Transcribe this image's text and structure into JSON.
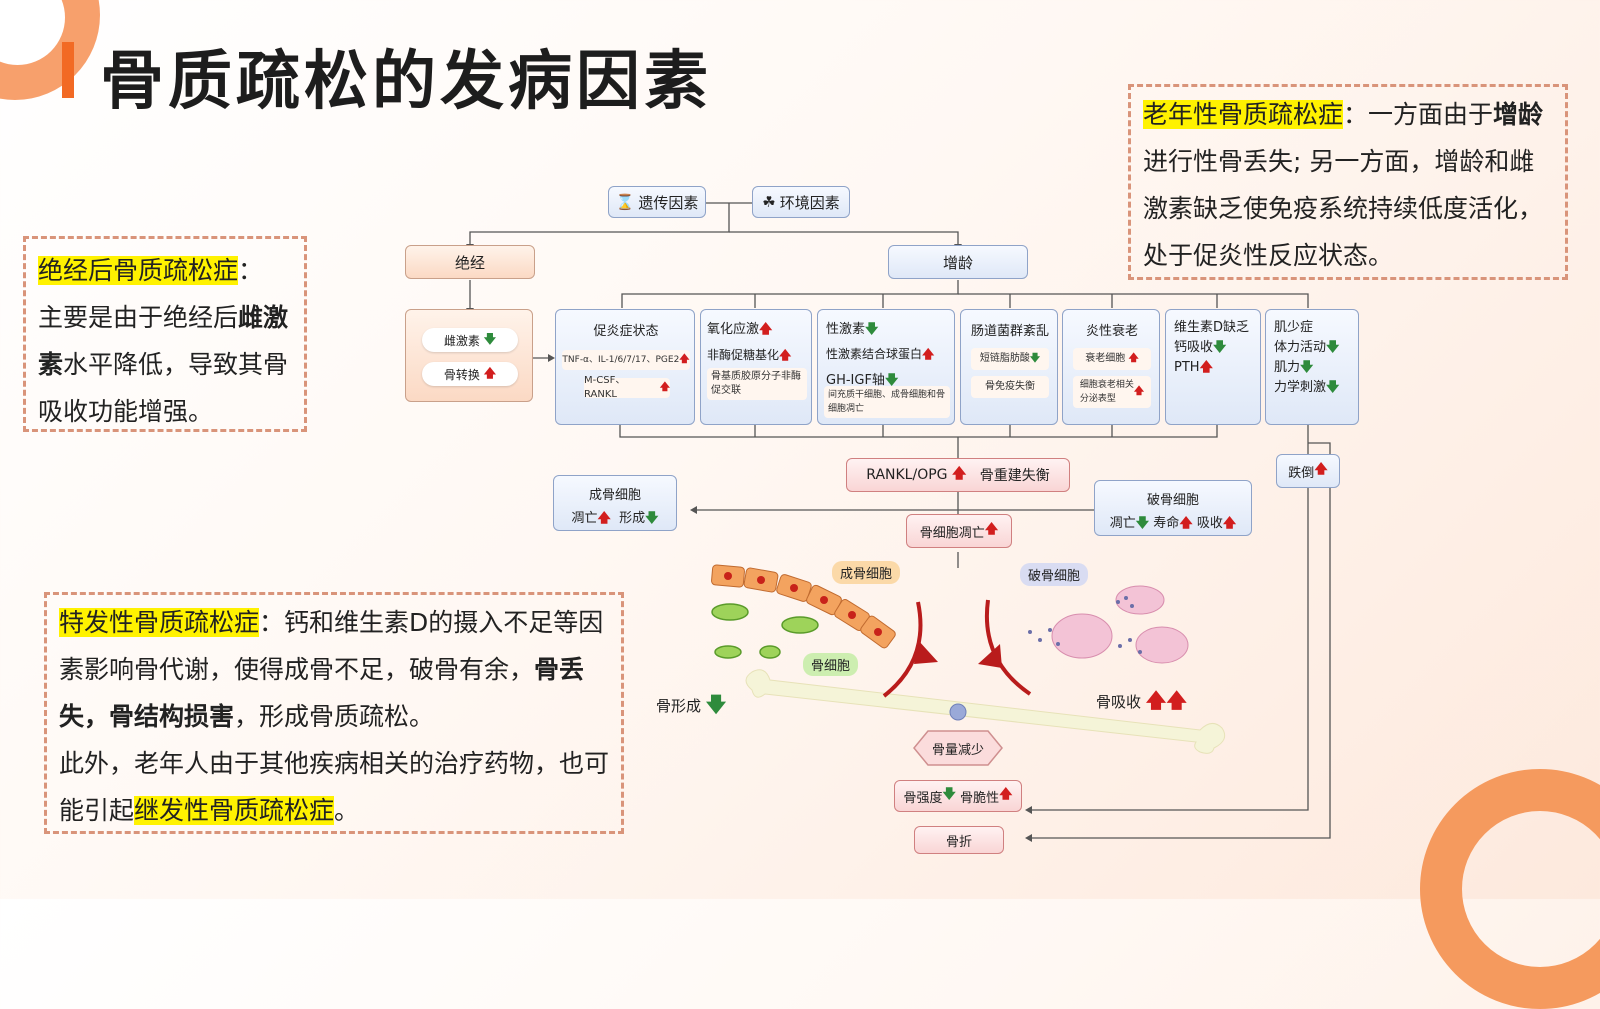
{
  "title": "骨质疏松的发病因素",
  "left_note": {
    "highlight": "绝经后骨质疏松症",
    "colon": "：",
    "text1": "主要是由于绝经后",
    "bold1": "雌激素",
    "text2": "水平降低，导致其骨吸收功能增强。"
  },
  "right_note": {
    "highlight": "老年性骨质疏松症",
    "text1": "：一方面由于",
    "bold1": "增龄",
    "text2": "进行性骨丢失; 另一方面，增龄和雌激素缺乏使免疫系统持续低度活化，处于促炎性反应状态。"
  },
  "bottom_note": {
    "highlight": "特发性骨质疏松症",
    "text1": "：钙和维生素D的摄入不足等因素影响骨代谢，使得成骨不足，破骨有余，",
    "bold1": "骨丢失，骨结构损害",
    "text2": "，形成骨质疏松。",
    "text3": "此外，老年人由于其他疾病相关的治疗药物，也可能引起",
    "highlight2": "继发性骨质疏松症",
    "text4": "。"
  },
  "diagram": {
    "genetic": "遗传因素",
    "environment": "环境因素",
    "menopause": "绝经",
    "aging": "增龄",
    "estrogen": "雌激素",
    "bone_turnover": "骨转换",
    "inflammation": {
      "title": "促炎症状态",
      "line1": "TNF-α、IL-1/6/7/17、PGE2",
      "line2": "M-CSF、RANKL"
    },
    "oxidative": {
      "line1": "氧化应激",
      "line2": "非酶促糖基化",
      "sub": "骨基质胶原分子非酶促交联"
    },
    "sex_hormone": {
      "line1": "性激素",
      "line2": "性激素结合球蛋白",
      "line3": "GH-IGF轴",
      "sub": "间充质干细胞、成骨细胞和骨细胞凋亡"
    },
    "gut": {
      "title": "肠道菌群紊乱",
      "sub1": "短链脂肪酸",
      "sub2": "骨免疫失衡"
    },
    "senescence": {
      "title": "炎性衰老",
      "sub1": "衰老细胞",
      "sub2": "细胞衰老相关分泌表型"
    },
    "vitd": {
      "line1": "维生素D缺乏",
      "line2": "钙吸收",
      "line3": "PTH"
    },
    "sarcopenia": {
      "line1": "肌少症",
      "line2": "体力活动",
      "line3": "肌力",
      "line4": "力学刺激"
    },
    "rankl": "RANKL/OPG",
    "remodel": "骨重建失衡",
    "fall": "跌倒",
    "osteoblast": {
      "title": "成骨细胞",
      "apoptosis": "凋亡",
      "formation": "形成"
    },
    "osteoclast": {
      "title": "破骨细胞",
      "apoptosis": "凋亡",
      "lifespan": "寿命",
      "resorption": "吸收"
    },
    "osteocyte_apoptosis": "骨细胞凋亡",
    "label_osteoblast": "成骨细胞",
    "label_osteoclast": "破骨细胞",
    "label_osteocyte": "骨细胞",
    "bone_formation": "骨形成",
    "bone_resorption": "骨吸收",
    "bone_mass": "骨量减少",
    "strength": "骨强度",
    "brittleness": "骨脆性",
    "fracture": "骨折",
    "arrow_up": "🡅",
    "arrow_down": "🡇"
  },
  "colors": {
    "accent": "#f26a24",
    "up": "#d21e1e",
    "down": "#2e8b3c",
    "highlight": "#fff200"
  }
}
